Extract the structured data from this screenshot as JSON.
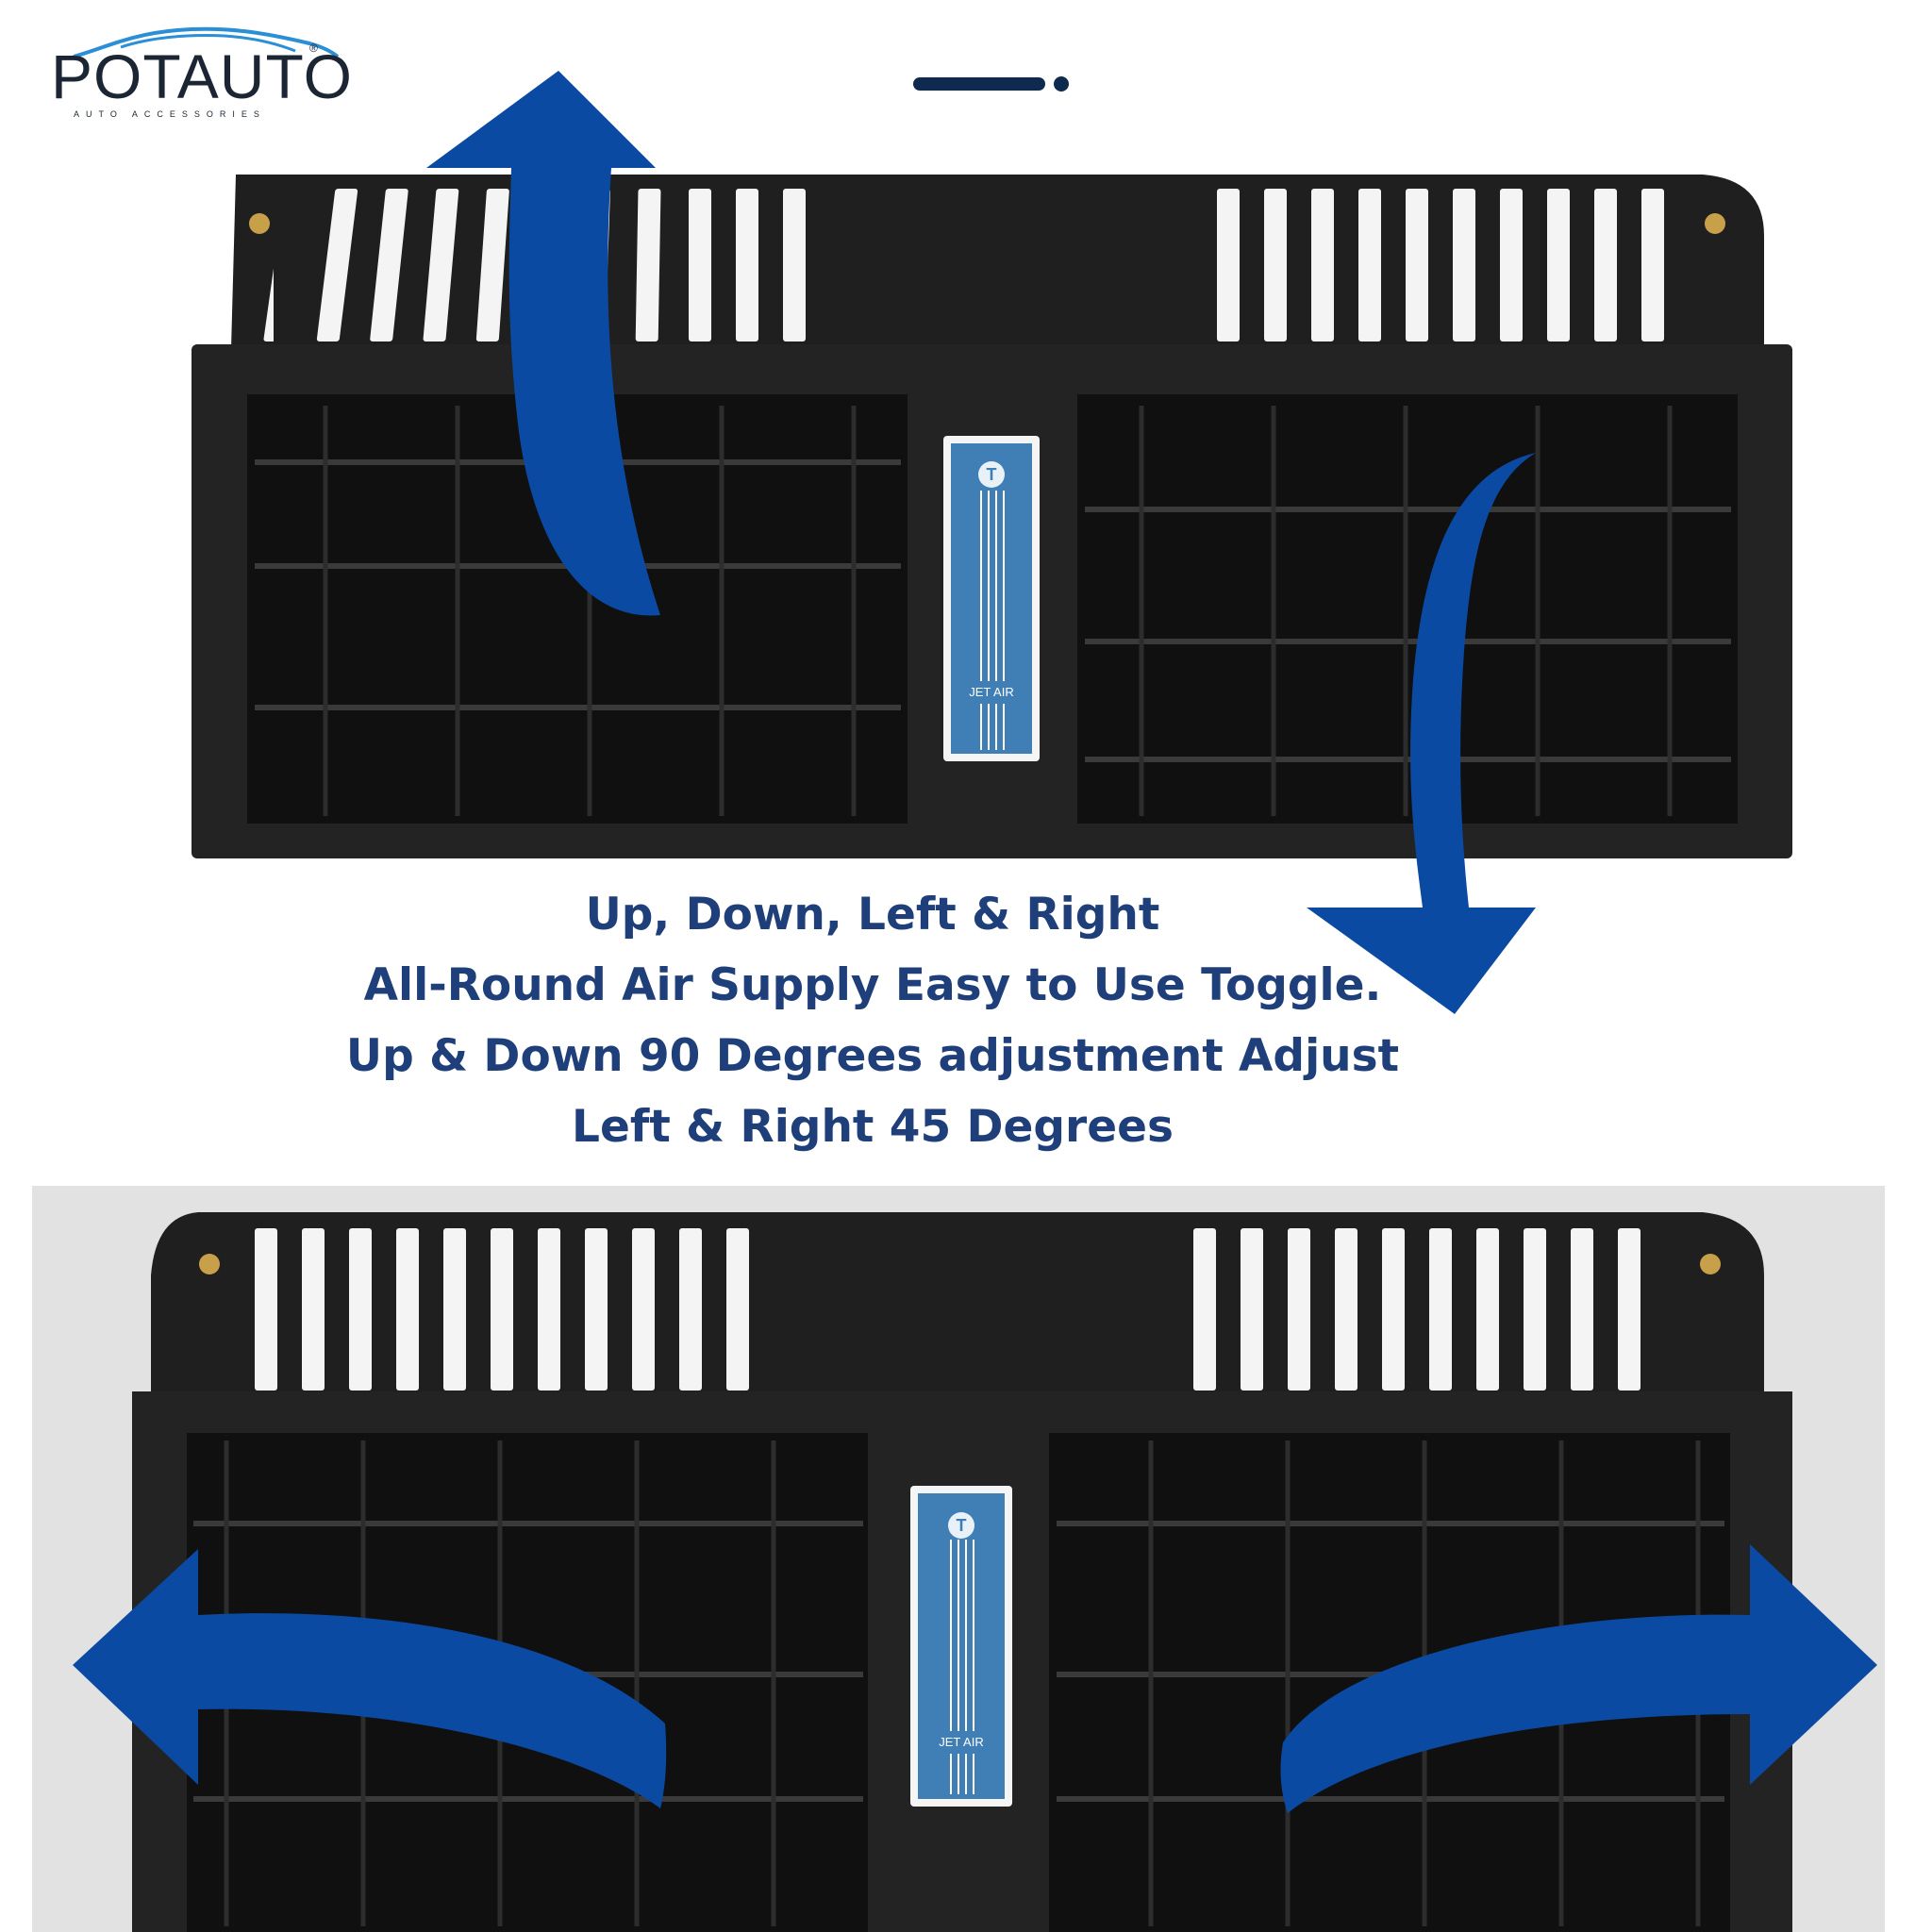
{
  "brand": {
    "name": "POTAUTO",
    "tagline": "AUTO ACCESSORIES",
    "registered": "®"
  },
  "headline": {
    "line1": "Up, Down, Left & Right",
    "line2": "All-Round Air Supply Easy to Use Toggle.",
    "line3": "Up & Down 90 Degrees adjustment  Adjust",
    "line4": "Left & Right 45 Degrees"
  },
  "vent_top": {
    "badge_label": "JET AIR",
    "badge_icon": "T"
  },
  "vent_bottom": {
    "badge_label": "JET AIR",
    "badge_icon": "T"
  },
  "colors": {
    "arrow": "#0b4aa3",
    "headline": "#1f3f7a",
    "vent_body": "#1b1b1b",
    "badge_blue": "#3f7fb6",
    "brand_blue": "#2a8fd6"
  },
  "icons": [
    "arrow-up-icon",
    "arrow-down-icon",
    "arrow-left-icon",
    "arrow-right-icon",
    "car-icon"
  ]
}
